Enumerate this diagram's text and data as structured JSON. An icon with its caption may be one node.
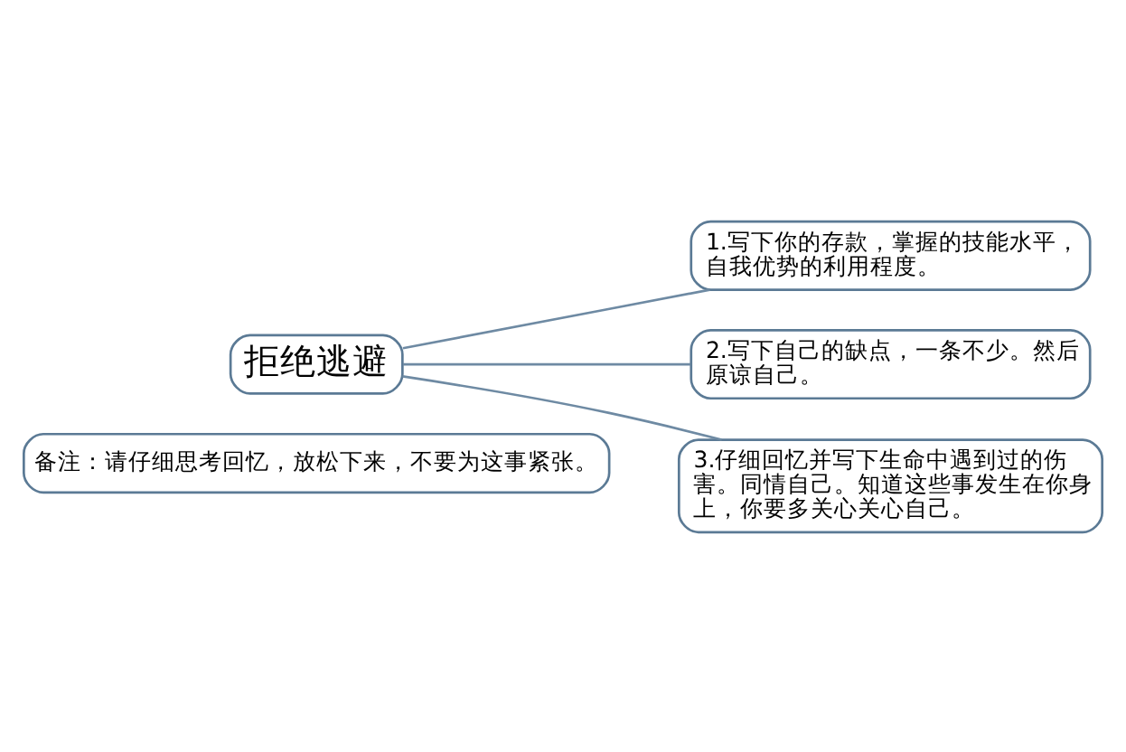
{
  "diagram": {
    "nodes": [
      {
        "text": [
          "备注：请仔细思考回忆，放松下来，不要为这事紧张。"
        ]
      },
      {
        "text": [
          "拒绝逃避"
        ]
      },
      {
        "text": [
          "1.写下你的存款，掌握的技能水平，自我优势的利用程度。"
        ]
      },
      {
        "text": [
          "2.写下自己的缺点，一条不少。然后原谅自己。"
        ]
      },
      {
        "text": [
          "3.仔细回忆并写下生命中遇到过的伤害。同情自己。知道这些事发生在你身上，你要多关心关心自己。"
        ]
      }
    ],
    "edges": [
      {
        "from": 1,
        "to": 2,
        "arrow": "none"
      },
      {
        "from": 1,
        "to": 3,
        "arrow": "none"
      },
      {
        "from": 1,
        "to": 4,
        "arrow": "none"
      }
    ]
  }
}
